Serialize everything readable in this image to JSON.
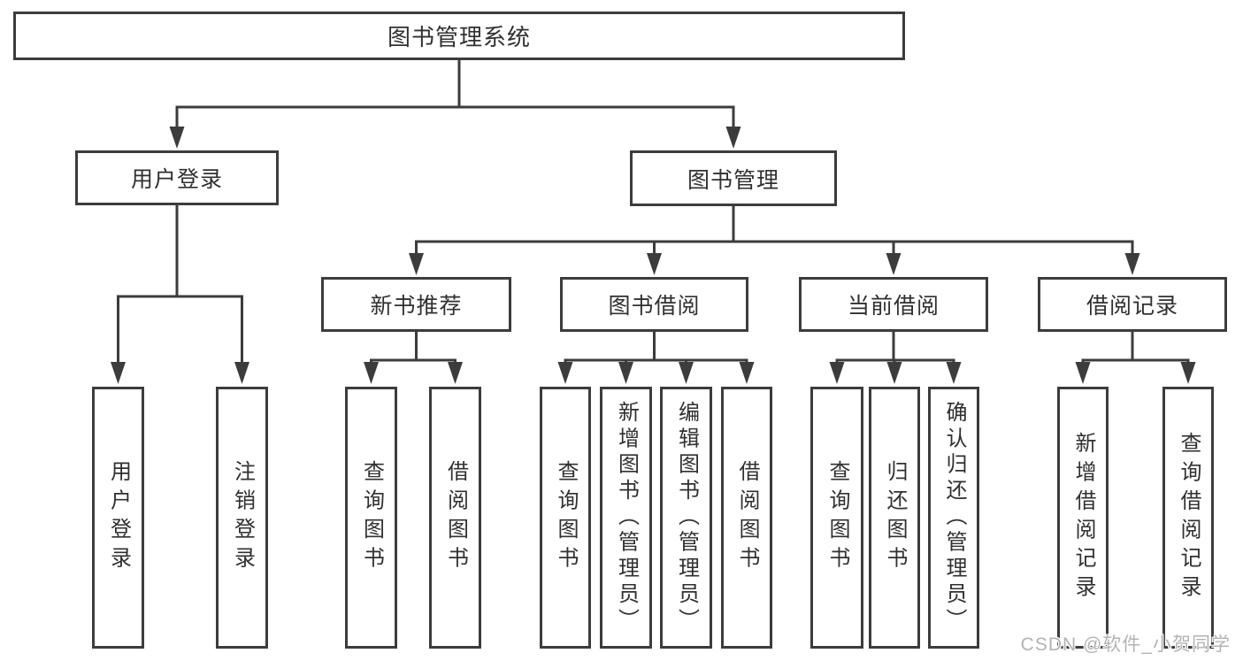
{
  "diagram": {
    "title": "图书管理系统",
    "level2": [
      {
        "label": "用户登录"
      },
      {
        "label": "图书管理"
      }
    ],
    "level3": [
      {
        "label": "新书推荐"
      },
      {
        "label": "图书借阅"
      },
      {
        "label": "当前借阅"
      },
      {
        "label": "借阅记录"
      }
    ],
    "leaves": [
      {
        "label": "用户登录"
      },
      {
        "label": "注销登录"
      },
      {
        "label": "查询图书"
      },
      {
        "label": "借阅图书"
      },
      {
        "label": "查询图书"
      },
      {
        "label": "新增图书（管理员）"
      },
      {
        "label": "编辑图书（管理员）"
      },
      {
        "label": "借阅图书"
      },
      {
        "label": "查询图书"
      },
      {
        "label": "归还图书"
      },
      {
        "label": "确认归还（管理员）"
      },
      {
        "label": "新增借阅记录"
      },
      {
        "label": "查询借阅记录"
      }
    ],
    "watermark": "CSDN @软件_小贺同学",
    "colors": {
      "line": "#3c3c3c",
      "text": "#303030",
      "background": "#ffffff",
      "watermark": "#b3b3b3"
    }
  }
}
